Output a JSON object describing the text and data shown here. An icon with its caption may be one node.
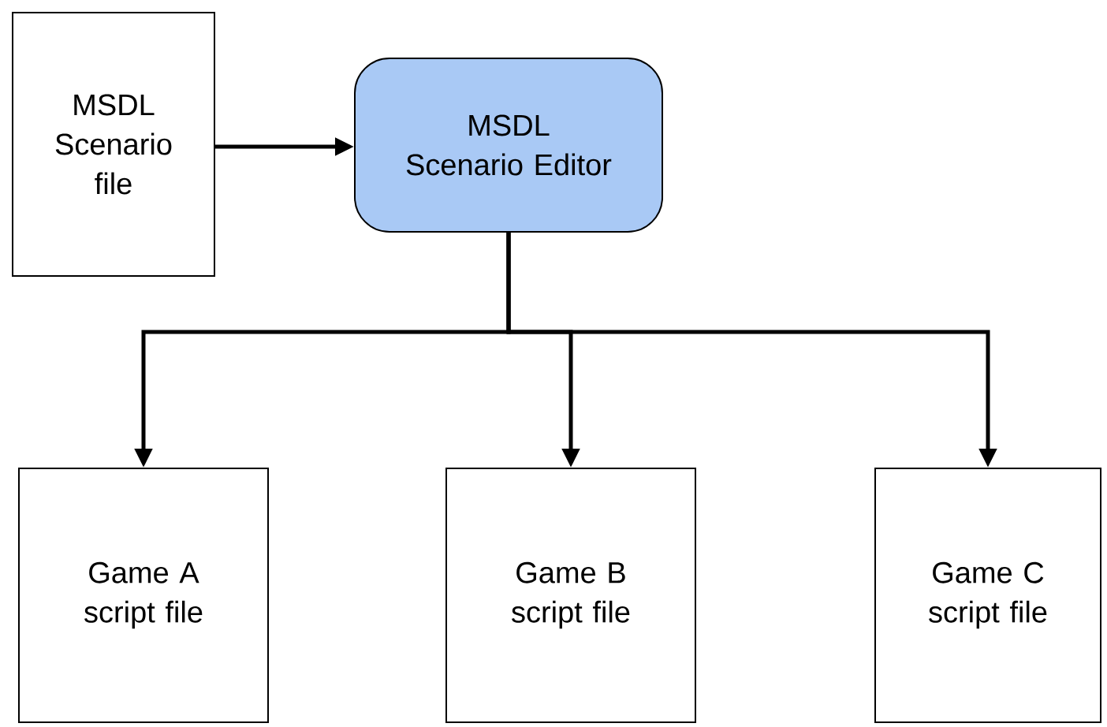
{
  "diagram": {
    "nodes": [
      {
        "text": [
          "MSDL Scenario file"
        ]
      },
      {
        "text": [
          "MSDL Scenario Editor"
        ]
      },
      {
        "text": [
          "Game A script file"
        ]
      },
      {
        "text": [
          "Game B script file"
        ]
      },
      {
        "text": [
          "Game C script file"
        ]
      }
    ],
    "edges": [
      {
        "from": 0,
        "to": 1,
        "arrow": "to"
      },
      {
        "from": 1,
        "to": 2,
        "arrow": "to"
      },
      {
        "from": 1,
        "to": 3,
        "arrow": "to"
      },
      {
        "from": 1,
        "to": 4,
        "arrow": "to"
      }
    ]
  }
}
